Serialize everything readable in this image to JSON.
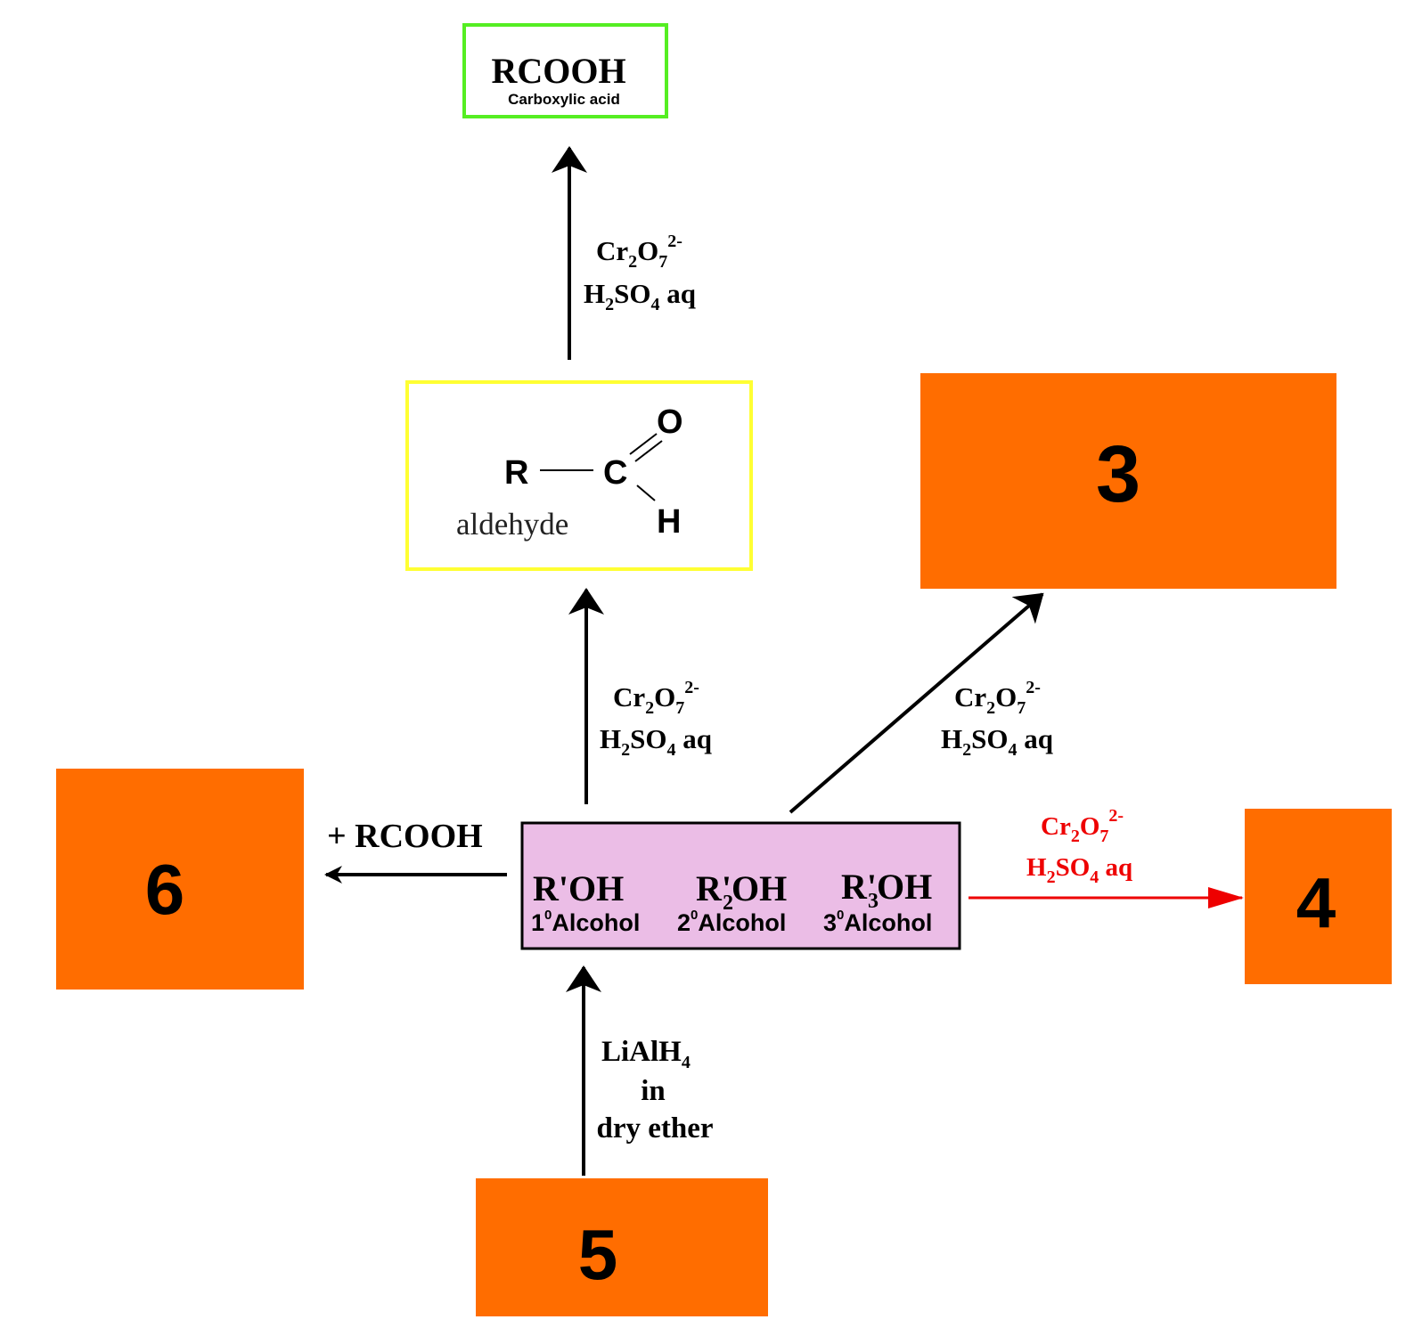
{
  "acid_box": {
    "formula": "RCOOH",
    "name": "Carboxylic acid",
    "border_color": "#55ee22"
  },
  "aldehyde_box": {
    "border_color": "#ffff33",
    "atom_r": "R",
    "atom_c": "C",
    "atom_o": "O",
    "atom_h": "H",
    "name": "aldehyde"
  },
  "alcohol_box": {
    "fill_color": "#ebbde6",
    "items": [
      {
        "formula_main": "R'OH",
        "formula_sub": "",
        "formula_tail": "",
        "degree": "1",
        "degree_sup": "0",
        "label": "Alcohol"
      },
      {
        "formula_main": "R'",
        "formula_sub": "2",
        "formula_tail": "OH",
        "degree": "2",
        "degree_sup": "0",
        "label": "Alcohol"
      },
      {
        "formula_main": "R'",
        "formula_sub": "3",
        "formula_tail": "OH",
        "degree": "3",
        "degree_sup": "0",
        "label": "Alcohol"
      }
    ]
  },
  "reagents": {
    "oxidant": {
      "cr": "Cr",
      "cr_sub": "2",
      "o": "O",
      "o_sub": "7",
      "charge": "2-",
      "acid": "H",
      "acid_sub": "2",
      "acid_mid": "SO",
      "acid_sub2": "4",
      "acid_tail": " aq"
    },
    "reduction": {
      "line1": "LiAlH",
      "line1_sub": "4",
      "line2": "in",
      "line3": "dry ether"
    },
    "ester": "+ RCOOH"
  },
  "blanks": [
    {
      "label": "3"
    },
    {
      "label": "4"
    },
    {
      "label": "5"
    },
    {
      "label": "6"
    }
  ],
  "colors": {
    "blank_fill": "#ff6d00",
    "arrow": "#000000",
    "highlight_arrow": "#ee0000"
  }
}
